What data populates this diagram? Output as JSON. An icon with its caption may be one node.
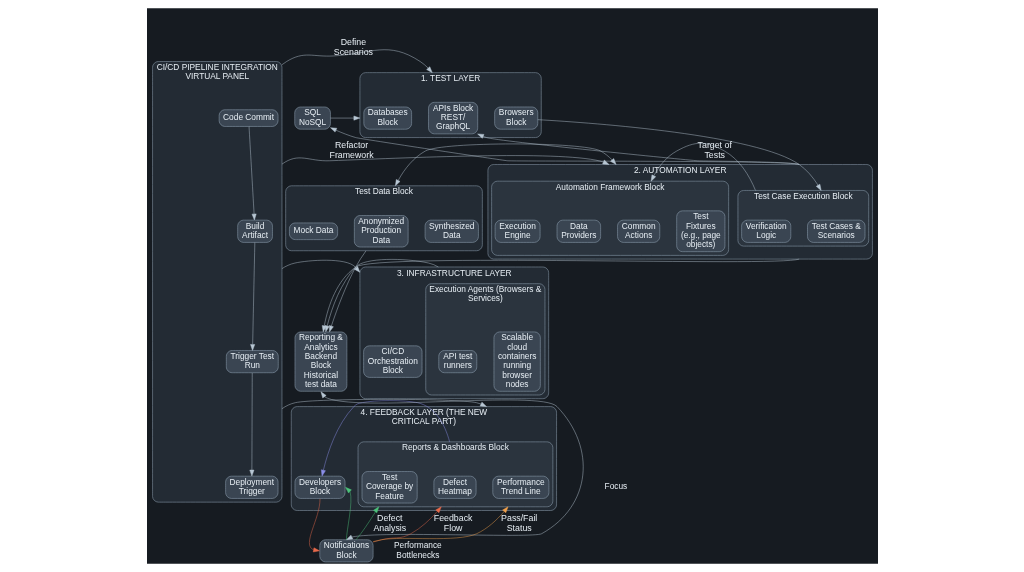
{
  "diagram": {
    "nodes": [
      {
        "text": [
          "CI/CD PIPELINE INTEGRATION",
          "VIRTUAL PANEL"
        ]
      },
      {
        "text": [
          "Code Commit"
        ],
        "in": 0
      },
      {
        "text": [
          "Build Artifact"
        ],
        "in": 0
      },
      {
        "text": [
          "Trigger Test Run"
        ],
        "in": 0
      },
      {
        "text": [
          "Deployment Trigger"
        ],
        "in": 0
      },
      {
        "text": [
          "1. TEST LAYER"
        ]
      },
      {
        "text": [
          "Browsers Block"
        ],
        "in": 5
      },
      {
        "text": [
          "APIs Block",
          "REST/",
          "GraphQL"
        ],
        "in": 5
      },
      {
        "text": [
          "Databases Block"
        ],
        "in": 5
      },
      {
        "text": [
          "2. AUTOMATION LAYER"
        ]
      },
      {
        "text": [
          "Test Case Execution Block"
        ],
        "in": 9
      },
      {
        "text": [
          "Test Cases & Scenarios"
        ],
        "in": 10
      },
      {
        "text": [
          "Verification Logic"
        ],
        "in": 10
      },
      {
        "text": [
          "Automation Framework Block"
        ],
        "in": 9
      },
      {
        "text": [
          "Test Fixtures",
          "(e.g., page objects)"
        ],
        "in": 13
      },
      {
        "text": [
          "Common Actions"
        ],
        "in": 13
      },
      {
        "text": [
          "Data Providers"
        ],
        "in": 13
      },
      {
        "text": [
          "Execution Engine"
        ],
        "in": 13
      },
      {
        "text": [
          "3. INFRASTRUCTURE LAYER"
        ]
      },
      {
        "text": [
          "CI/CD Orchestration Block"
        ],
        "in": 18
      },
      {
        "text": [
          "Execution Agents (Browsers & Services)"
        ],
        "in": 18
      },
      {
        "text": [
          "Scalable cloud containers running browser nodes"
        ],
        "in": 20
      },
      {
        "text": [
          "API test runners"
        ],
        "in": 20
      },
      {
        "text": [
          "4. FEEDBACK LAYER (THE NEW CRITICAL PART)"
        ]
      },
      {
        "text": [
          "Developers Block"
        ],
        "in": 23
      },
      {
        "text": [
          "Reports & Dashboards Block"
        ],
        "in": 23
      },
      {
        "text": [
          "Defect Heatmap"
        ],
        "in": 25
      },
      {
        "text": [
          "Performance Trend Line"
        ],
        "in": 25
      },
      {
        "text": [
          "Test Coverage by Feature"
        ],
        "in": 25
      },
      {
        "text": [
          "SQL",
          "NoSQL"
        ]
      },
      {
        "text": [
          "Test Data Block"
        ]
      },
      {
        "text": [
          "Synthesized Data"
        ],
        "in": 30
      },
      {
        "text": [
          "Anonymized Production Data"
        ],
        "in": 30
      },
      {
        "text": [
          "Mock Data"
        ],
        "in": 30
      },
      {
        "text": [
          "Reporting & Analytics Backend Block",
          "Historical test data"
        ]
      },
      {
        "text": [
          "Notifications Block"
        ]
      }
    ],
    "edges": [
      {
        "from": 1,
        "to": 2,
        "arrow": "to"
      },
      {
        "from": 2,
        "to": 3,
        "arrow": "to"
      },
      {
        "from": 3,
        "to": 4,
        "arrow": "to"
      },
      {
        "from": 0,
        "to": 5,
        "arrow": "to",
        "label": "Define Scenarios"
      },
      {
        "from": 0,
        "to": 9,
        "arrow": "to",
        "label": "Refactor Framework"
      },
      {
        "from": 0,
        "to": 18,
        "arrow": "to"
      },
      {
        "from": 0,
        "to": 23,
        "arrow": "to"
      },
      {
        "from": 6,
        "to": 10,
        "arrow": "to"
      },
      {
        "from": 10,
        "to": 13,
        "arrow": "to"
      },
      {
        "from": 9,
        "to": 7,
        "arrow": "to",
        "label": "Target of Tests"
      },
      {
        "from": 29,
        "to": 5,
        "arrow": "to"
      },
      {
        "from": 9,
        "to": 29,
        "arrow": "to"
      },
      {
        "from": 30,
        "to": 9,
        "arrow": "both"
      },
      {
        "from": 9,
        "to": 34,
        "arrow": "to"
      },
      {
        "from": 18,
        "to": 34,
        "arrow": "to"
      },
      {
        "from": 30,
        "to": 34,
        "arrow": "to"
      },
      {
        "from": 34,
        "to": 35,
        "arrow": "both"
      },
      {
        "from": 35,
        "to": 25,
        "arrow": "to",
        "label": "Feedback Flow",
        "color": "#e8694a"
      },
      {
        "from": 35,
        "to": 25,
        "arrow": "to",
        "label": "Pass/Fail Status",
        "color": "#f0a04b"
      },
      {
        "from": 35,
        "to": 25,
        "arrow": "to",
        "label": "Defect Analysis",
        "color": "#4cc27a"
      },
      {
        "from": 25,
        "to": 24,
        "arrow": "to",
        "color": "#8a8ee8"
      },
      {
        "from": 35,
        "to": 24,
        "arrow": "to",
        "color": "#4cc27a"
      },
      {
        "from": 24,
        "to": 35,
        "arrow": "to",
        "color": "#e8694a"
      }
    ],
    "labels": [
      "Focus",
      "Performance Bottlenecks"
    ]
  }
}
